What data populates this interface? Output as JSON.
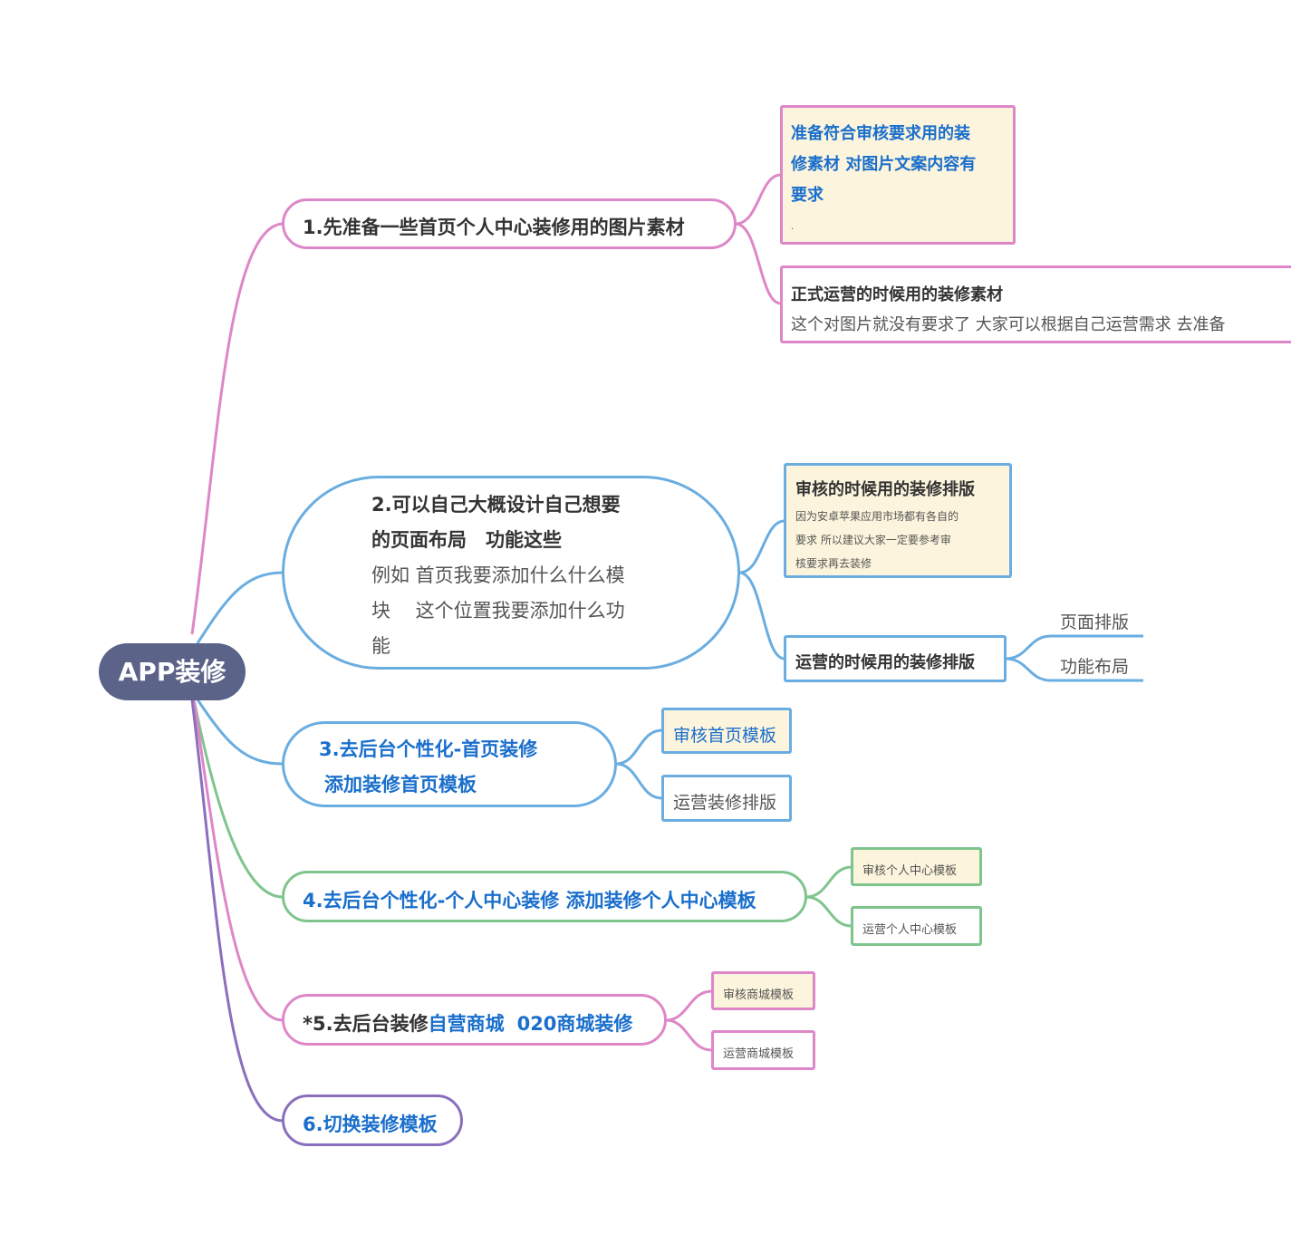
{
  "root": {
    "label": "APP装修"
  },
  "colors": {
    "pink": "#de87c8",
    "blue": "#6aade0",
    "green": "#7fc48d",
    "purple": "#8a6fbd",
    "root_fill": "#5b6389",
    "highlight_fill": "#fcf4dc",
    "link_text": "#1a6fcc"
  },
  "branches": [
    {
      "label": "1.先准备一些首页个人中心装修用的图片素材",
      "children": [
        {
          "title": "准备符合审核要求用的装修素材 对图片文案内容有要求",
          "title_lines": [
            "准备符合审核要求用的装",
            "修素材 对图片文案内容有",
            "要求"
          ],
          "note": "."
        },
        {
          "title": "正式运营的时候用的装修素材",
          "note": "这个对图片就没有要求了 大家可以根据自己运营需求 去准备"
        }
      ]
    },
    {
      "title_lines": [
        "2.可以自己大概设计自己想要",
        "的页面布局　功能这些"
      ],
      "body_lines": [
        "例如 首页我要添加什么什么模",
        "块　 这个位置我要添加什么功",
        "能"
      ],
      "children": [
        {
          "title": "审核的时候用的装修排版",
          "note_lines": [
            "因为安卓苹果应用市场都有各自的",
            "要求 所以建议大家一定要参考审",
            "核要求再去装修"
          ]
        },
        {
          "title": "运营的时候用的装修排版",
          "children": [
            "页面排版",
            "功能布局"
          ]
        }
      ]
    },
    {
      "label_lines": [
        "3.去后台个性化-首页装修",
        "添加装修首页模板"
      ],
      "children": [
        "审核首页模板",
        "运营装修排版"
      ]
    },
    {
      "label": "4.去后台个性化-个人中心装修 添加装修个人中心模板",
      "children": [
        "审核个人中心模板",
        "运营个人中心模板"
      ]
    },
    {
      "label_prefix": "*5.去后台装修",
      "label_highlight": "自营商城",
      "label_suffix": "020商城装修",
      "children": [
        "审核商城模板",
        "运营商城模板"
      ]
    },
    {
      "label": "6.切换装修模板"
    }
  ]
}
